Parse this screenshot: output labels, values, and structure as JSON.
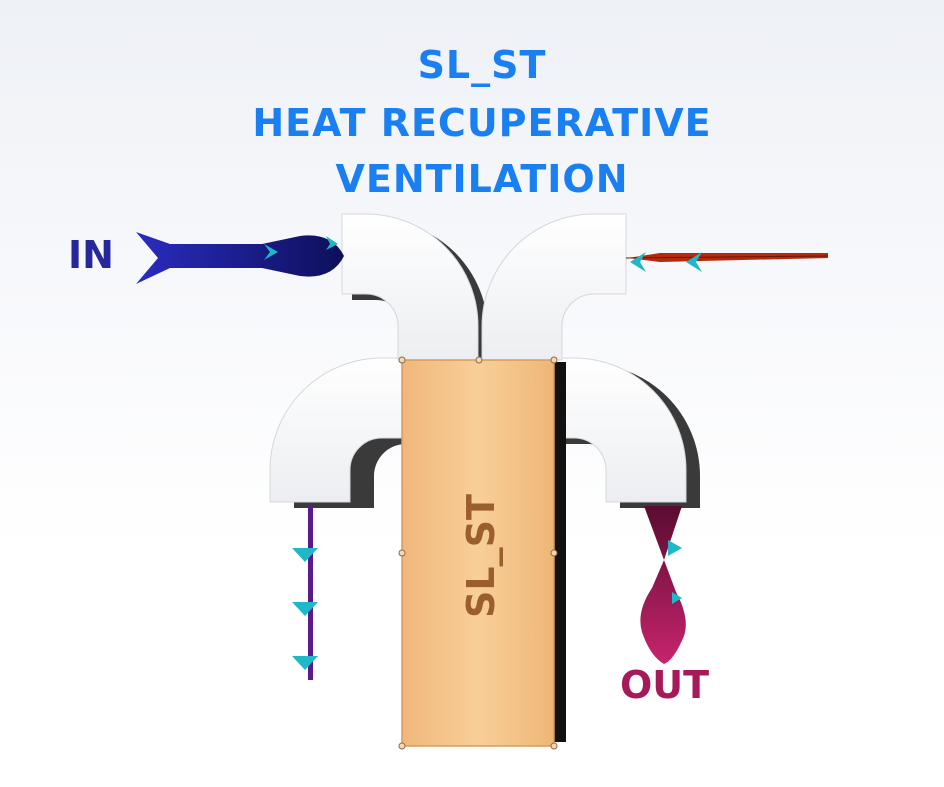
{
  "title": {
    "line1": "SL_ST",
    "line2": "HEAT RECUPERATIVE",
    "line3": "VENTILATION"
  },
  "labels": {
    "in": "IN",
    "out": "OUT",
    "box": "SL_ST"
  },
  "colors": {
    "title": "#1a7ff0",
    "in_arrow": "#1c1fa8",
    "in_label": "#25279a",
    "out_arrow": "#a01a5c",
    "out_label": "#a61a5a",
    "exhaust_in": "#b32a10",
    "supply_out": "#5a1a8e",
    "flow_marker": "#1fb8c8",
    "core_box": "#f4c58c"
  }
}
